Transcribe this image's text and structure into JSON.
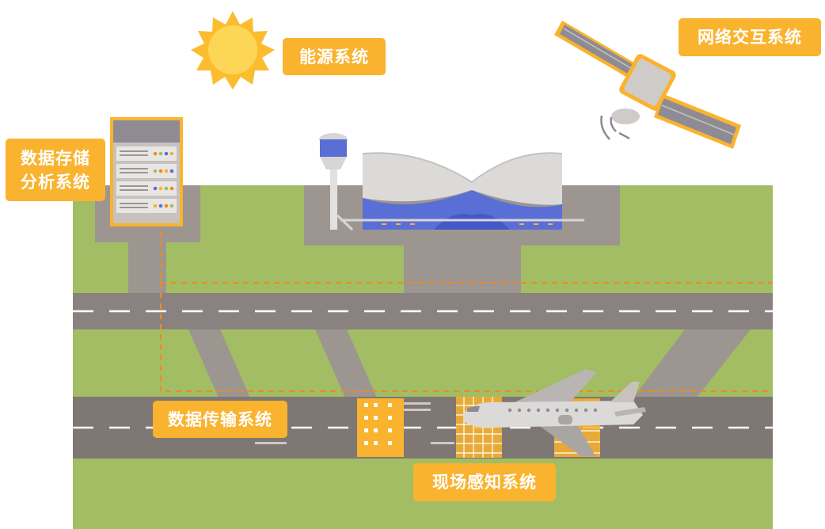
{
  "colors": {
    "grass": "#a2bd63",
    "pavement": "#9d9590",
    "runway": "#7f7774",
    "accent": "#f9b32e",
    "dashed_path": "#f08a1d",
    "terminal_glass": "#5a6fd6",
    "sun": "#fcd654"
  },
  "labels": {
    "energy": "能源系统",
    "network": "网络交互系统",
    "storage_line1": "数据存储",
    "storage_line2": "分析系统",
    "transmission": "数据传输系统",
    "sensing": "现场感知系统"
  },
  "icons": [
    "sun-icon",
    "satellite-icon",
    "server-rack-icon",
    "control-tower-icon",
    "terminal-building-icon",
    "airplane-icon",
    "sensor-grid-icon"
  ]
}
